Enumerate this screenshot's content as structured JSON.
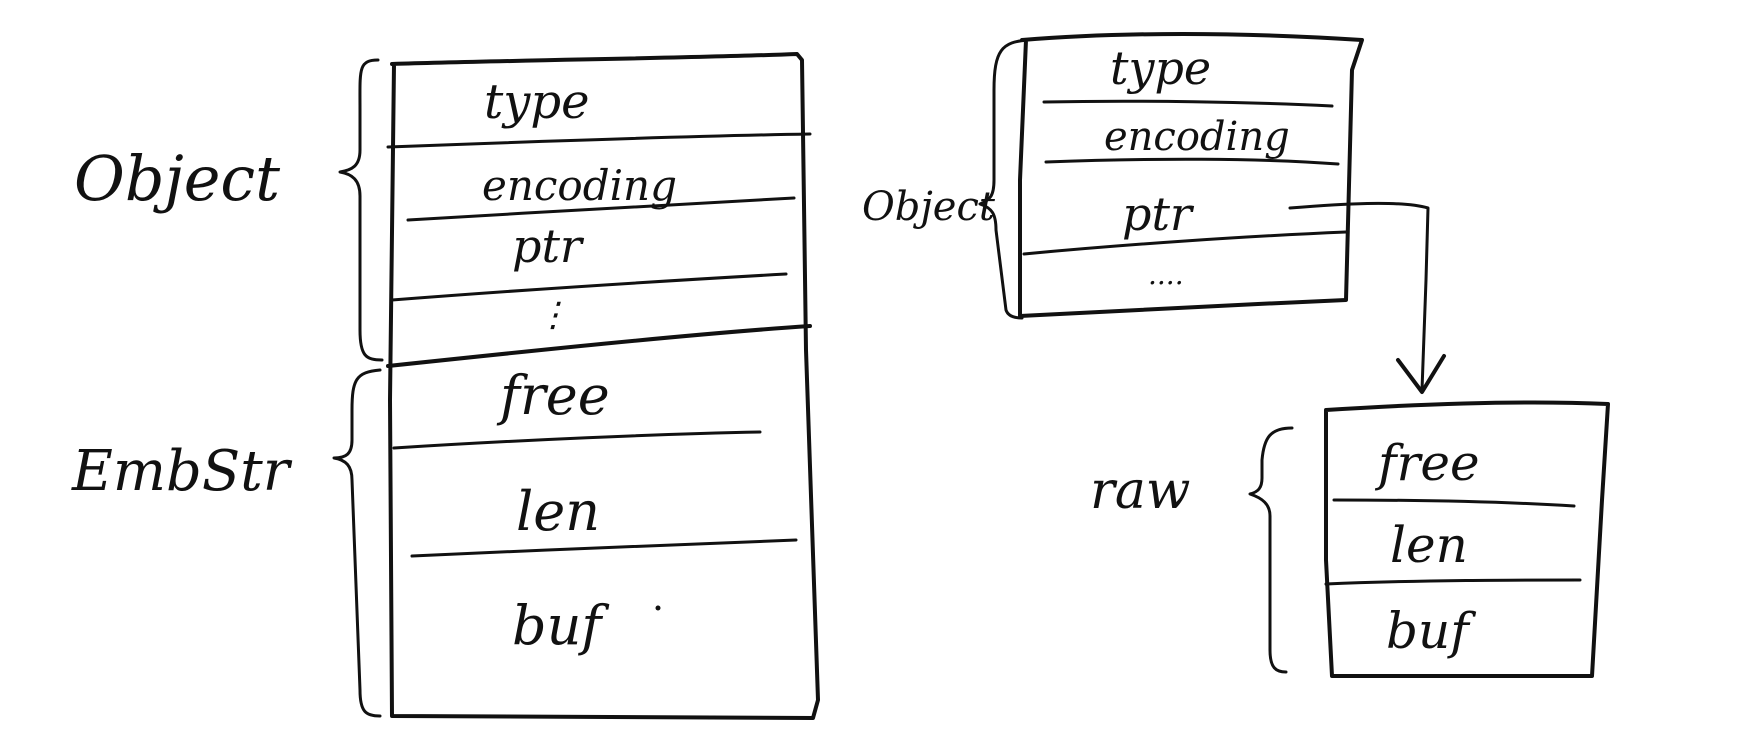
{
  "left": {
    "group_labels": {
      "object": "Object",
      "embstr": "EmbStr"
    },
    "fields": [
      "type",
      "encoding",
      "ptr",
      "⋮",
      "free",
      "len",
      "buf"
    ]
  },
  "right": {
    "object_label": "Object",
    "object_fields": [
      "type",
      "encoding",
      "ptr",
      "...."
    ],
    "raw_label": "raw",
    "raw_fields": [
      "free",
      "len",
      "buf"
    ]
  }
}
